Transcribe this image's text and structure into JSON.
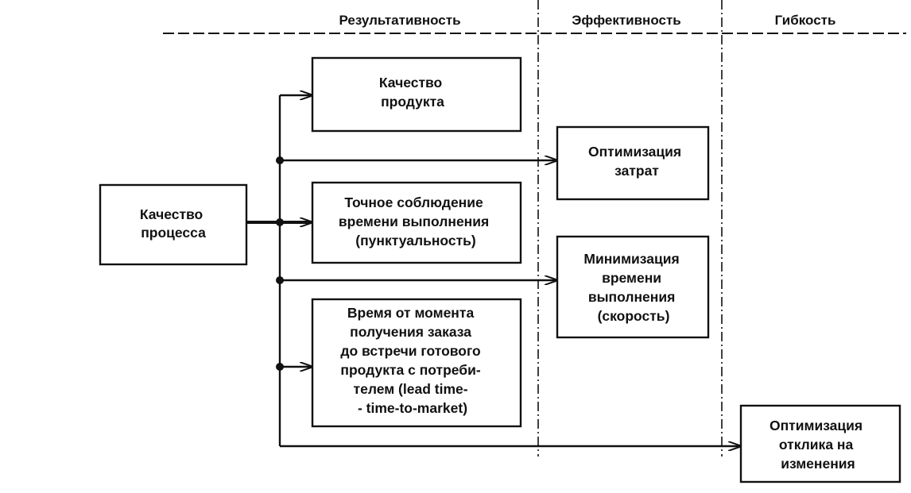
{
  "columns": {
    "effectiveness": "Результативность",
    "efficiency": "Эффективность",
    "flexibility": "Гибкость"
  },
  "boxes": {
    "process_quality": [
      "Качество",
      "процесса"
    ],
    "product_quality": [
      "Качество",
      "продукта"
    ],
    "punctuality": [
      "Точное соблюдение",
      "времени выполнения",
      "(пунктуальность)"
    ],
    "lead_time": [
      "Время от момента",
      "получения заказа",
      "до встречи готового",
      "продукта с потреби-",
      "телем (lead time-",
      "- time-to-market)"
    ],
    "cost_optimization": [
      "Оптимизация",
      "затрат"
    ],
    "time_minimization": [
      "Минимизация",
      "времени",
      "выполнения",
      "(скорость)"
    ],
    "response_optimization": [
      "Оптимизация",
      "отклика на",
      "изменения"
    ]
  }
}
